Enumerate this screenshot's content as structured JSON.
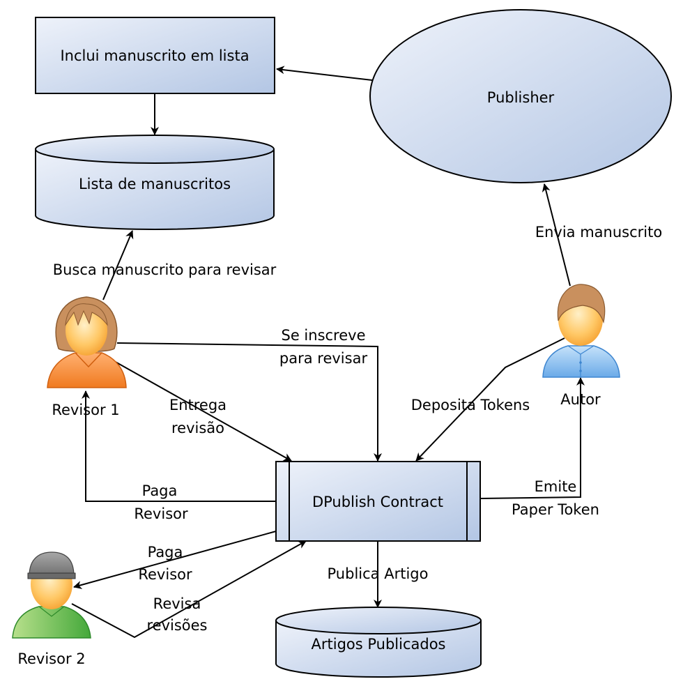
{
  "nodes": {
    "inclui": "Inclui manuscrito em lista",
    "publisher": "Publisher",
    "lista": "Lista de manuscritos",
    "contract": "DPublish Contract",
    "artigos": "Artigos Publicados"
  },
  "actors": {
    "revisor1": "Revisor 1",
    "autor": "Autor",
    "revisor2": "Revisor 2"
  },
  "edges": {
    "busca": "Busca manuscrito para revisar",
    "envia": "Envia manuscrito",
    "inscreve_1": "Se inscreve",
    "inscreve_2": "para revisar",
    "deposita": "Deposita Tokens",
    "entrega_1": "Entrega",
    "entrega_2": "revisão",
    "paga1_1": "Paga",
    "paga1_2": "Revisor",
    "emite_1": "Emite",
    "emite_2": "Paper Token",
    "paga2_1": "Paga",
    "paga2_2": "Revisor",
    "revisa_1": "Revisa",
    "revisa_2": "revisões",
    "publica": "Publica Artigo"
  },
  "colors": {
    "node_fill_light": "#e8eef8",
    "node_fill_dark": "#b8cae6",
    "stroke": "#000000",
    "revisor1_body": "#f5913a",
    "autor_body": "#8cc0ef",
    "revisor2_body": "#6cbf4b",
    "revisor2_cap": "#8a8a8a",
    "skin": "#ffc36a",
    "hair": "#c9905e"
  }
}
